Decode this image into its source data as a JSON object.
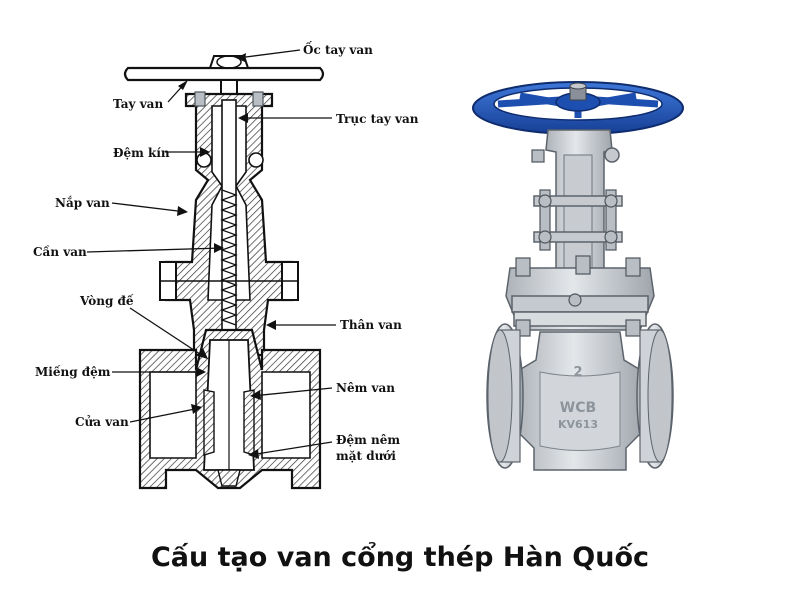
{
  "title": "Cấu tạo van cổng thép Hàn Quốc",
  "labels": {
    "oc_tay_van": "Ốc tay van",
    "tay_van": "Tay van",
    "truc_tay_van": "Trục tay van",
    "dem_kin": "Đệm kín",
    "nap_van": "Nắp van",
    "can_van": "Cần van",
    "vong_de": "Vòng đế",
    "than_van": "Thân van",
    "mieng_dem": "Miếng đệm",
    "nem_van": "Nêm van",
    "cua_van": "Cửa van",
    "dem_nem_1": "Đệm nêm",
    "dem_nem_2": "mặt dưới"
  },
  "photo_marks": {
    "size": "2",
    "material": "WCB",
    "model": "KV613"
  },
  "colors": {
    "handwheel": "#1d4fb0",
    "body": "#d9dcdf"
  }
}
